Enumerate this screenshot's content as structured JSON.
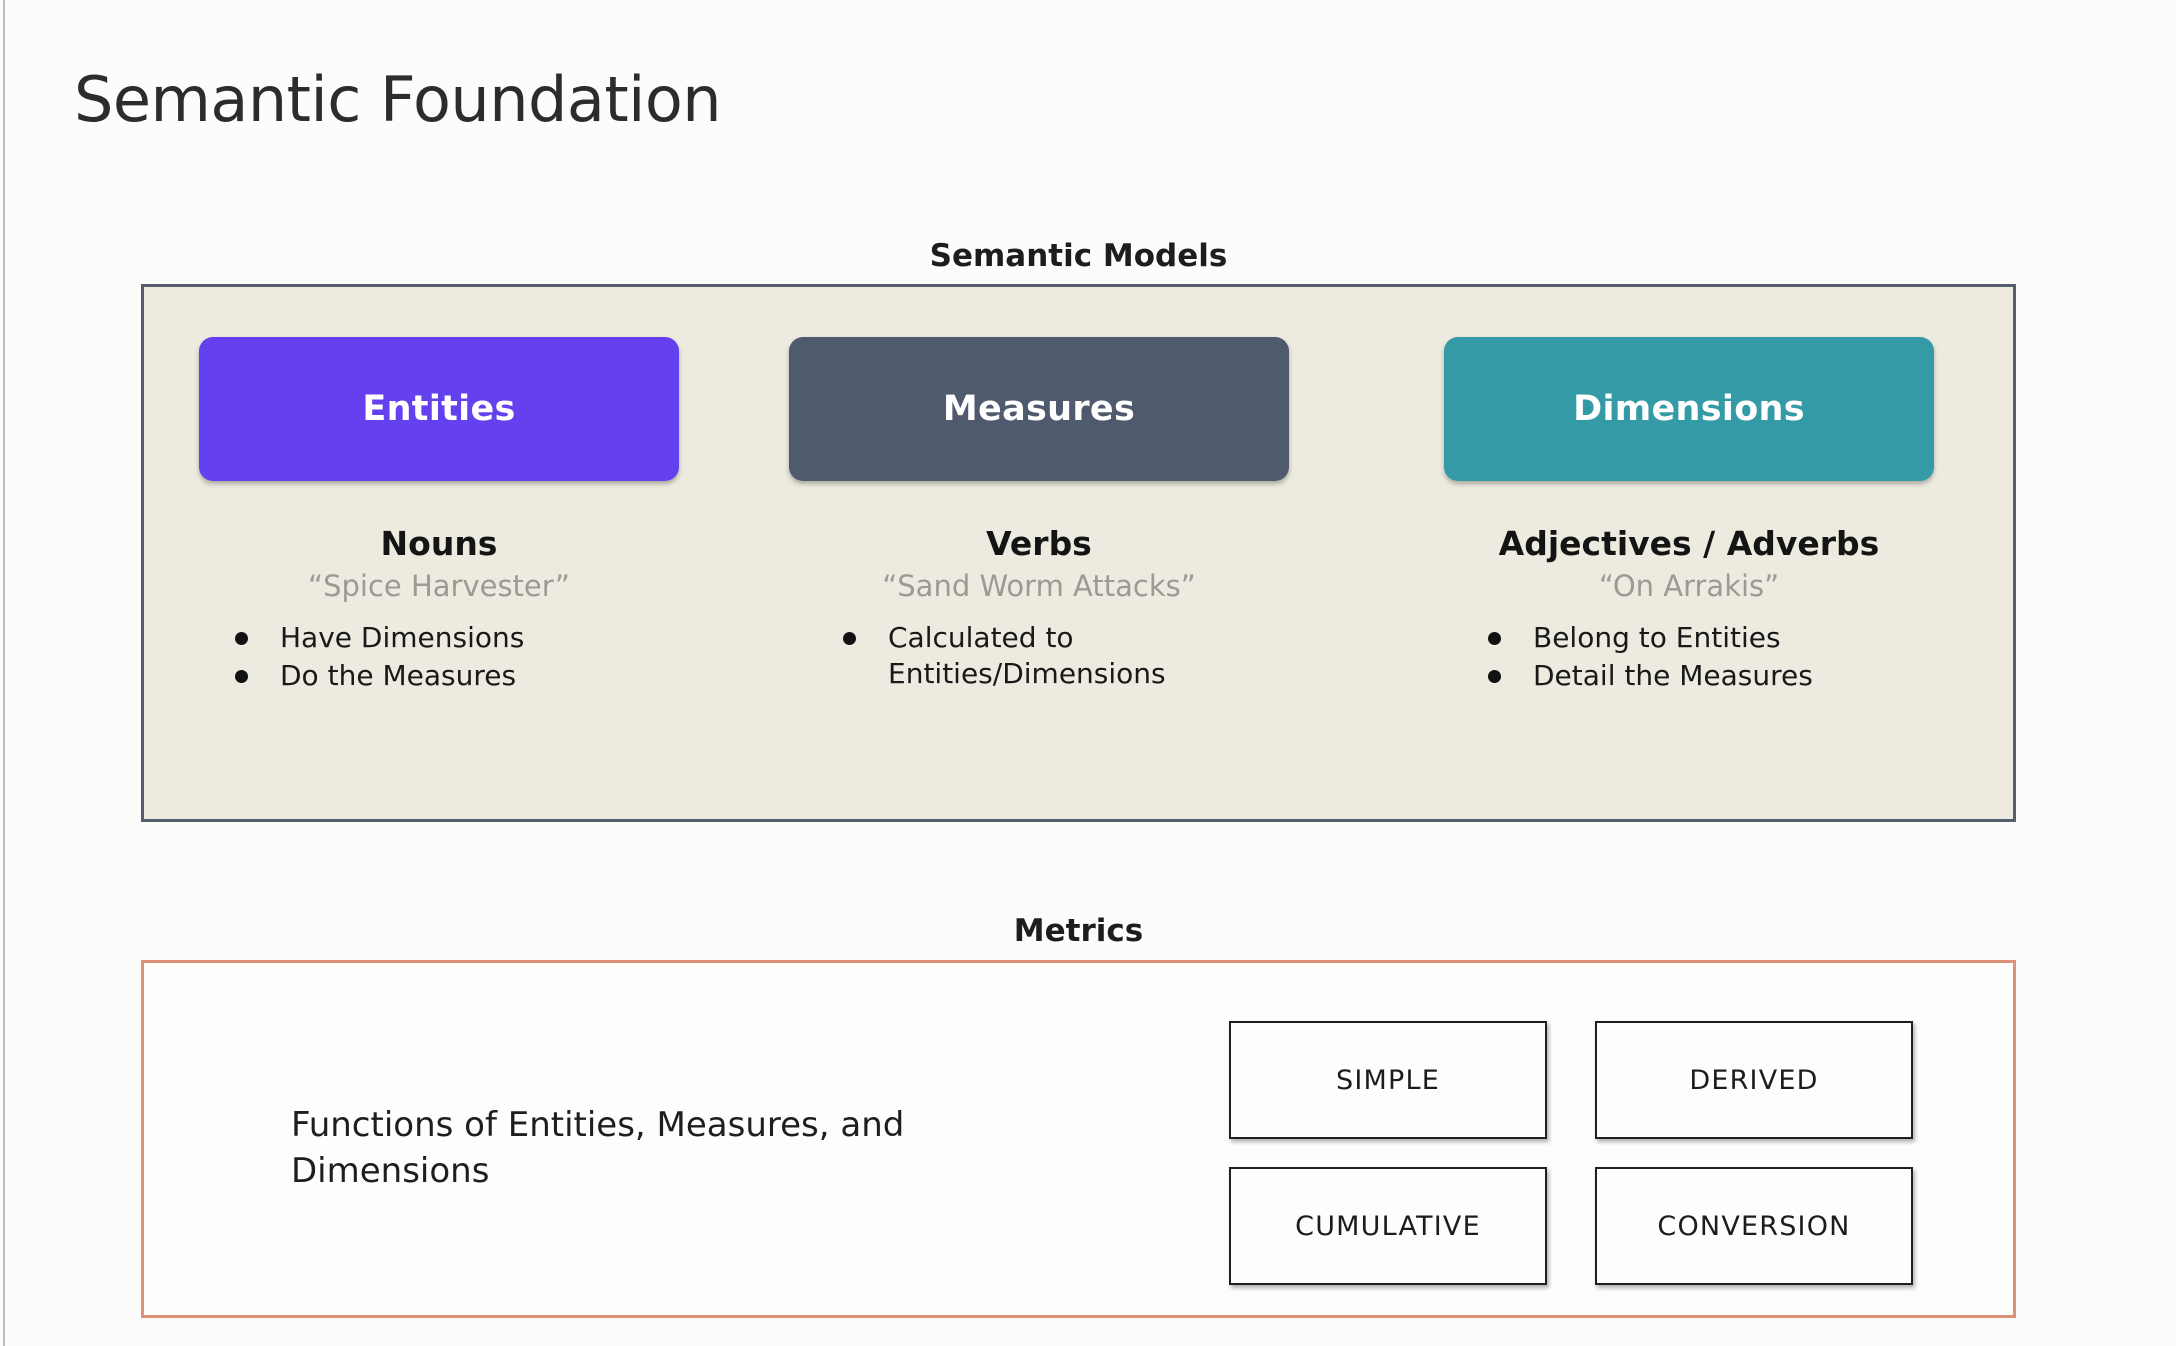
{
  "page": {
    "title": "Semantic Foundation",
    "background_color": "#fcfdfa"
  },
  "semantic_models": {
    "heading": "Semantic Models",
    "panel_background": "#edebdf",
    "panel_border_color": "#565e6e",
    "columns": [
      {
        "card_label": "Entities",
        "card_color": "#6440ee",
        "part_of_speech": "Nouns",
        "example": "“Spice Harvester”",
        "bullets": [
          "Have Dimensions",
          "Do the Measures"
        ]
      },
      {
        "card_label": "Measures",
        "card_color": "#505a6e",
        "part_of_speech": "Verbs",
        "example": "“Sand Worm Attacks”",
        "bullets": [
          "Calculated to Entities/Dimensions"
        ]
      },
      {
        "card_label": "Dimensions",
        "card_color": "#349aa6",
        "part_of_speech": "Adjectives / Adverbs",
        "example": "“On Arrakis”",
        "bullets": [
          "Belong to Entities",
          "Detail the Measures"
        ]
      }
    ]
  },
  "metrics": {
    "heading": "Metrics",
    "panel_border_color": "#db9277",
    "description": "Functions of Entities, Measures, and Dimensions",
    "types": [
      "SIMPLE",
      "DERIVED",
      "CUMULATIVE",
      "CONVERSION"
    ]
  }
}
